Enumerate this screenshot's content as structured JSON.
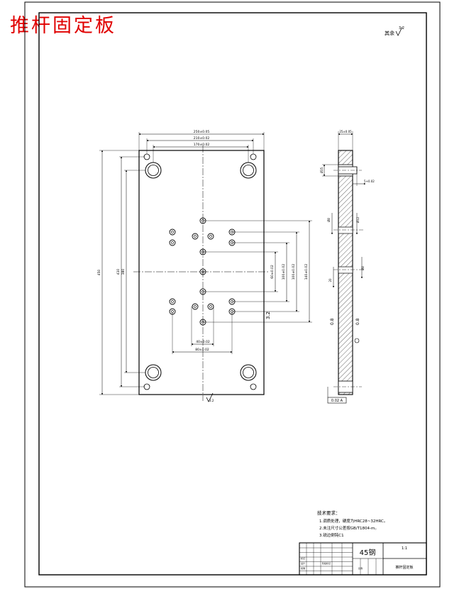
{
  "drawing": {
    "title": "推杆固定板",
    "material": "45钢",
    "part_name": "推杆固定板",
    "scale": "1:1",
    "roughness_general": "3.2",
    "roughness_face": "0.8",
    "flatness_box": "0.02 A",
    "datum": "A"
  },
  "tech_requirements": {
    "heading": "技术要求：",
    "items": [
      "1.调质处理，硬度为HRC28~32HRC。",
      "2.未注尺寸公差按GB/T1804-m。",
      "3.锐边倒钝C1"
    ]
  },
  "dimensions": {
    "overall_width": "250±0.05",
    "inner_width_1": "210±0.02",
    "inner_width_2": "170±0.02",
    "overall_height": "450",
    "inner_height_1": "410",
    "inner_height_2": "380",
    "center_y_1": "60±0.02",
    "center_y_2": "100±0.02",
    "center_y_3": "140±0.02",
    "bottom_width_1": "40±0.02",
    "bottom_width_2": "80±0.02",
    "thickness": "25±0.05",
    "counterbore_dia": "Ø35",
    "counterbore_depth": "5+0.02",
    "small_dia": "Ø8",
    "small_head": "Ø12",
    "hole_depth": "20"
  },
  "title_block": {
    "rows": [
      "标记",
      "设计",
      "校核",
      "审核",
      "工艺",
      "批准"
    ],
    "cols": [
      "处数",
      "分区",
      "更改文件号",
      "签名",
      "年月日"
    ],
    "stage": "阶段标记",
    "weight": "重量",
    "ratio": "比例",
    "sheet": "共  张  第  张"
  }
}
